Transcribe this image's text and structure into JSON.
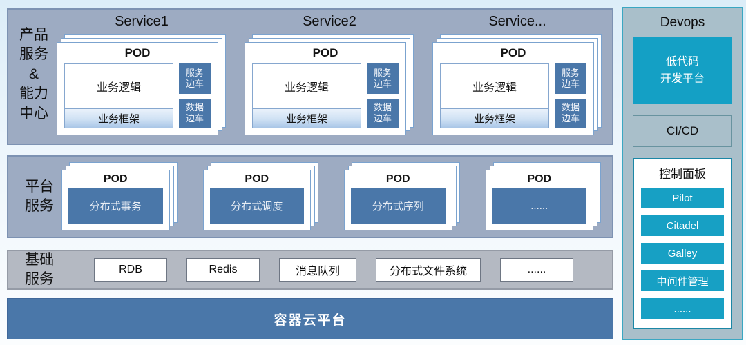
{
  "palette": {
    "section_bg": "#9dabc2",
    "section_border": "#7d92b2",
    "gray_section_bg": "#b4b9c2",
    "steel_blue": "#4a77a9",
    "cyan": "#14a0c5",
    "devops_bg": "#a9bfca",
    "card_border": "#7ba3cf"
  },
  "product": {
    "label": "产品\n服务\n&\n能力\n中心",
    "services": [
      {
        "title": "Service1",
        "pod": "POD",
        "logic": "业务逻辑",
        "framework": "业务框架",
        "sidecar1": "服务\n边车",
        "sidecar2": "数据\n边车"
      },
      {
        "title": "Service2",
        "pod": "POD",
        "logic": "业务逻辑",
        "framework": "业务框架",
        "sidecar1": "服务\n边车",
        "sidecar2": "数据\n边车"
      },
      {
        "title": "Service...",
        "pod": "POD",
        "logic": "业务逻辑",
        "framework": "业务框架",
        "sidecar1": "服务\n边车",
        "sidecar2": "数据\n边车"
      }
    ]
  },
  "platform": {
    "label": "平台\n服务",
    "pods": [
      {
        "title": "POD",
        "body": "分布式事务"
      },
      {
        "title": "POD",
        "body": "分布式调度"
      },
      {
        "title": "POD",
        "body": "分布式序列"
      },
      {
        "title": "POD",
        "body": "......"
      }
    ]
  },
  "base": {
    "label": "基础\n服务",
    "items": [
      "RDB",
      "Redis",
      "消息队列",
      "分布式文件系统",
      "......"
    ]
  },
  "container_bar": {
    "label": "容器云平台"
  },
  "devops": {
    "title": "Devops",
    "lowcode": "低代码\n开发平台",
    "cicd": "CI/CD",
    "panel": {
      "title": "控制面板",
      "items": [
        "Pilot",
        "Citadel",
        "Galley",
        "中间件管理",
        "......"
      ]
    }
  }
}
